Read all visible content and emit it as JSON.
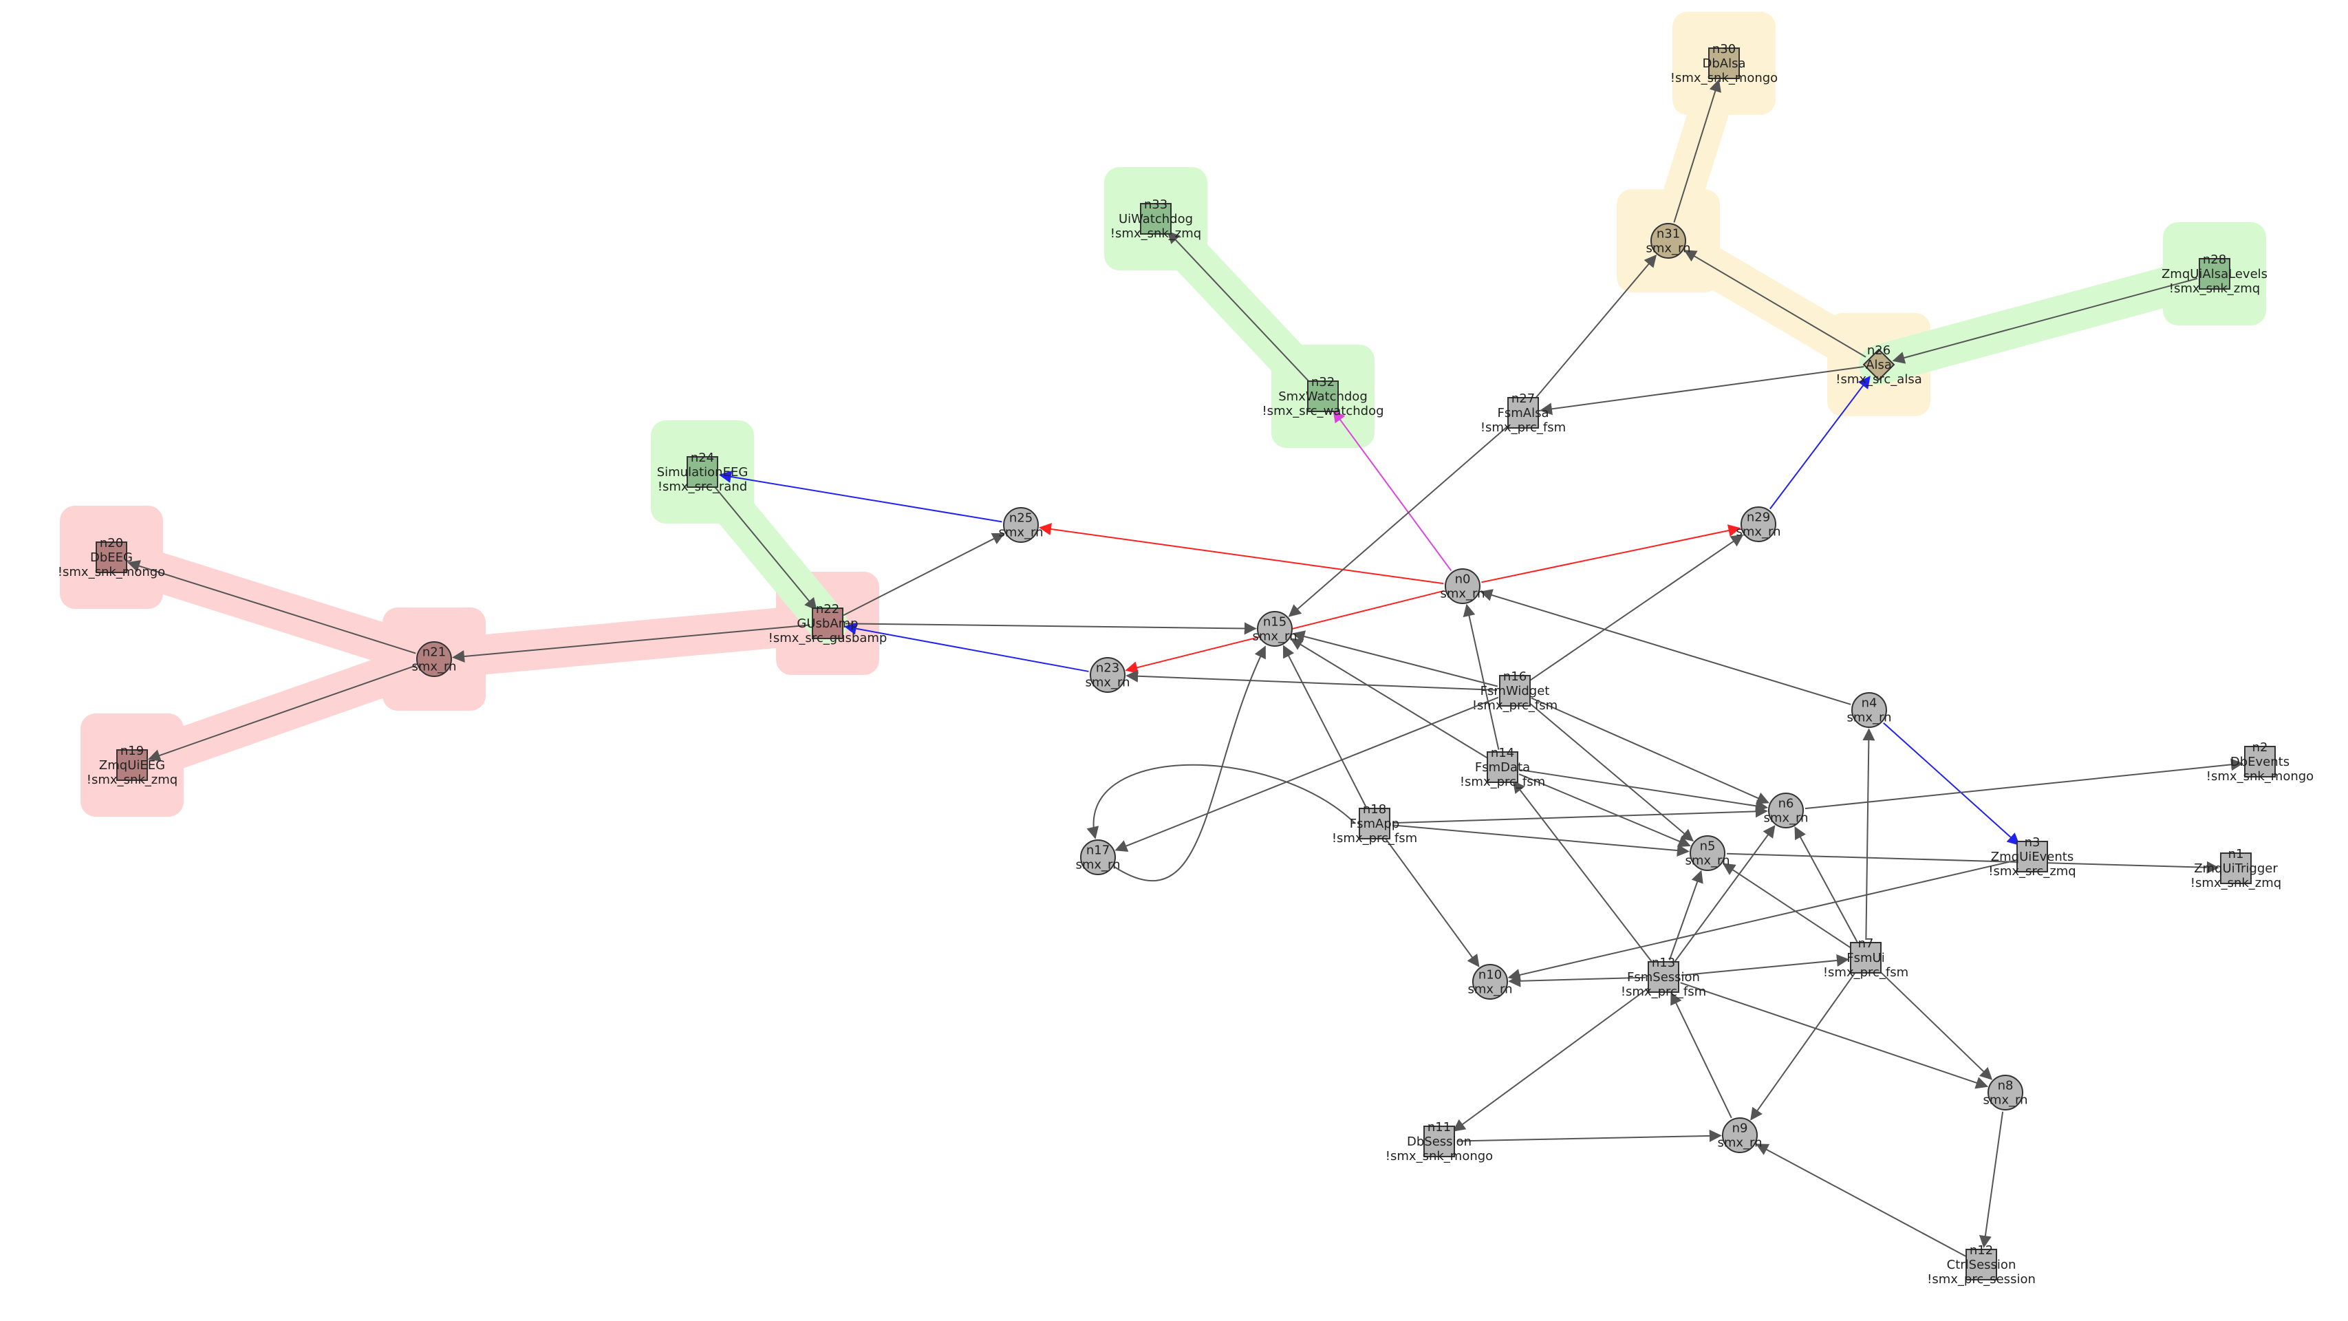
{
  "colors": {
    "edge_default": "#555555",
    "edge_red": "#ff2020",
    "edge_blue": "#2222ee",
    "edge_magenta": "#dd44dd",
    "node_gray": "#b7b7b7",
    "node_stroke": "#333333",
    "group_red": "#fdd3d3",
    "group_green": "#d6f9d0",
    "group_yellow": "#fdf2d3",
    "node_red": "#b47f7f",
    "node_green": "#8cbc8c",
    "node_tan": "#bfb08c"
  },
  "nodes": [
    {
      "id": "n0",
      "shape": "circle",
      "lines": [
        "n0",
        "smx_rn"
      ],
      "group": ""
    },
    {
      "id": "n1",
      "shape": "square",
      "lines": [
        "n1",
        "ZmqUiTrigger",
        "!smx_snk_zmq"
      ],
      "group": ""
    },
    {
      "id": "n2",
      "shape": "square",
      "lines": [
        "n2",
        "DbEvents",
        "!smx_snk_mongo"
      ],
      "group": ""
    },
    {
      "id": "n3",
      "shape": "square",
      "lines": [
        "n3",
        "ZmqUiEvents",
        "!smx_src_zmq"
      ],
      "group": ""
    },
    {
      "id": "n4",
      "shape": "circle",
      "lines": [
        "n4",
        "smx_rn"
      ],
      "group": ""
    },
    {
      "id": "n5",
      "shape": "circle",
      "lines": [
        "n5",
        "smx_rn"
      ],
      "group": ""
    },
    {
      "id": "n6",
      "shape": "circle",
      "lines": [
        "n6",
        "smx_rn"
      ],
      "group": ""
    },
    {
      "id": "n7",
      "shape": "square",
      "lines": [
        "n7",
        "FsmUi",
        "!smx_prc_fsm"
      ],
      "group": ""
    },
    {
      "id": "n8",
      "shape": "circle",
      "lines": [
        "n8",
        "smx_rn"
      ],
      "group": ""
    },
    {
      "id": "n9",
      "shape": "circle",
      "lines": [
        "n9",
        "smx_rn"
      ],
      "group": ""
    },
    {
      "id": "n10",
      "shape": "circle",
      "lines": [
        "n10",
        "smx_rn"
      ],
      "group": ""
    },
    {
      "id": "n11",
      "shape": "square",
      "lines": [
        "n11",
        "DbSession",
        "!smx_snk_mongo"
      ],
      "group": ""
    },
    {
      "id": "n12",
      "shape": "square",
      "lines": [
        "n12",
        "CtrlSession",
        "!smx_prc_session"
      ],
      "group": ""
    },
    {
      "id": "n13",
      "shape": "square",
      "lines": [
        "n13",
        "FsmSession",
        "!smx_prc_fsm"
      ],
      "group": ""
    },
    {
      "id": "n14",
      "shape": "square",
      "lines": [
        "n14",
        "FsmData",
        "!smx_prc_fsm"
      ],
      "group": ""
    },
    {
      "id": "n15",
      "shape": "circle",
      "lines": [
        "n15",
        "smx_rn"
      ],
      "group": ""
    },
    {
      "id": "n16",
      "shape": "square",
      "lines": [
        "n16",
        "FsmWidget",
        "!smx_prc_fsm"
      ],
      "group": ""
    },
    {
      "id": "n17",
      "shape": "circle",
      "lines": [
        "n17",
        "smx_rn"
      ],
      "group": ""
    },
    {
      "id": "n18",
      "shape": "square",
      "lines": [
        "n18",
        "FsmApp",
        "!smx_prc_fsm"
      ],
      "group": ""
    },
    {
      "id": "n19",
      "shape": "square",
      "lines": [
        "n19",
        "ZmqUiEEG",
        "!smx_snk_zmq"
      ],
      "group": "red"
    },
    {
      "id": "n20",
      "shape": "square",
      "lines": [
        "n20",
        "DbEEG",
        "!smx_snk_mongo"
      ],
      "group": "red"
    },
    {
      "id": "n21",
      "shape": "circle",
      "lines": [
        "n21",
        "smx_rn"
      ],
      "group": "red"
    },
    {
      "id": "n22",
      "shape": "square",
      "lines": [
        "n22",
        "GUsbAmp",
        "!smx_src_gusbamp"
      ],
      "group": "red"
    },
    {
      "id": "n23",
      "shape": "circle",
      "lines": [
        "n23",
        "smx_rn"
      ],
      "group": ""
    },
    {
      "id": "n24",
      "shape": "square",
      "lines": [
        "n24",
        "SimulationEEG",
        "!smx_src_rand"
      ],
      "group": "green"
    },
    {
      "id": "n25",
      "shape": "circle",
      "lines": [
        "n25",
        "smx_rn"
      ],
      "group": ""
    },
    {
      "id": "n26",
      "shape": "diamond",
      "lines": [
        "n26",
        "Alsa",
        "!smx_src_alsa"
      ],
      "group": "yellow"
    },
    {
      "id": "n27",
      "shape": "square",
      "lines": [
        "n27",
        "FsmAlsa",
        "!smx_prc_fsm"
      ],
      "group": ""
    },
    {
      "id": "n28",
      "shape": "square",
      "lines": [
        "n28",
        "ZmqUiAlsaLevels",
        "!smx_snk_zmq"
      ],
      "group": "green"
    },
    {
      "id": "n29",
      "shape": "circle",
      "lines": [
        "n29",
        "smx_rn"
      ],
      "group": ""
    },
    {
      "id": "n30",
      "shape": "square",
      "lines": [
        "n30",
        "DbAlsa",
        "!smx_snk_mongo"
      ],
      "group": "yellow"
    },
    {
      "id": "n31",
      "shape": "circle",
      "lines": [
        "n31",
        "smx_rn"
      ],
      "group": "yellow"
    },
    {
      "id": "n32",
      "shape": "square",
      "lines": [
        "n32",
        "SmxWatchdog",
        "!smx_src_watchdog"
      ],
      "group": "green"
    },
    {
      "id": "n33",
      "shape": "square",
      "lines": [
        "n33",
        "UiWatchdog",
        "!smx_snk_zmq"
      ],
      "group": "green"
    }
  ],
  "edges": [
    {
      "from": "n22",
      "to": "n21",
      "color": "default"
    },
    {
      "from": "n21",
      "to": "n20",
      "color": "default"
    },
    {
      "from": "n21",
      "to": "n19",
      "color": "default"
    },
    {
      "from": "n24",
      "to": "n22",
      "color": "default"
    },
    {
      "from": "n22",
      "to": "n25",
      "color": "default"
    },
    {
      "from": "n25",
      "to": "n24",
      "color": "blue"
    },
    {
      "from": "n22",
      "to": "n15",
      "color": "default"
    },
    {
      "from": "n23",
      "to": "n22",
      "color": "blue"
    },
    {
      "from": "n0",
      "to": "n25",
      "color": "red"
    },
    {
      "from": "n0",
      "to": "n29",
      "color": "red"
    },
    {
      "from": "n0",
      "to": "n23",
      "color": "red"
    },
    {
      "from": "n0",
      "to": "n32",
      "color": "magenta"
    },
    {
      "from": "n32",
      "to": "n33",
      "color": "default"
    },
    {
      "from": "n29",
      "to": "n26",
      "color": "blue"
    },
    {
      "from": "n26",
      "to": "n31",
      "color": "default"
    },
    {
      "from": "n31",
      "to": "n30",
      "color": "default"
    },
    {
      "from": "n28",
      "to": "n26",
      "color": "default"
    },
    {
      "from": "n26",
      "to": "n27",
      "color": "default"
    },
    {
      "from": "n27",
      "to": "n31",
      "color": "default"
    },
    {
      "from": "n27",
      "to": "n15",
      "color": "default"
    },
    {
      "from": "n16",
      "to": "n15",
      "color": "default"
    },
    {
      "from": "n16",
      "to": "n23",
      "color": "default"
    },
    {
      "from": "n16",
      "to": "n29",
      "color": "default"
    },
    {
      "from": "n16",
      "to": "n17",
      "color": "default"
    },
    {
      "from": "n16",
      "to": "n5",
      "color": "default"
    },
    {
      "from": "n16",
      "to": "n6",
      "color": "default"
    },
    {
      "from": "n14",
      "to": "n15",
      "color": "default"
    },
    {
      "from": "n14",
      "to": "n0",
      "color": "default"
    },
    {
      "from": "n14",
      "to": "n5",
      "color": "default"
    },
    {
      "from": "n14",
      "to": "n6",
      "color": "default"
    },
    {
      "from": "n4",
      "to": "n0",
      "color": "default"
    },
    {
      "from": "n4",
      "to": "n3",
      "color": "blue"
    },
    {
      "from": "n18",
      "to": "n15",
      "color": "default"
    },
    {
      "from": "n18",
      "to": "n5",
      "color": "default"
    },
    {
      "from": "n18",
      "to": "n6",
      "color": "default"
    },
    {
      "from": "n18",
      "to": "n10",
      "color": "default"
    },
    {
      "from": "n5",
      "to": "n1",
      "color": "default"
    },
    {
      "from": "n6",
      "to": "n2",
      "color": "default"
    },
    {
      "from": "n3",
      "to": "n10",
      "color": "default"
    },
    {
      "from": "n13",
      "to": "n14",
      "color": "default"
    },
    {
      "from": "n13",
      "to": "n5",
      "color": "default"
    },
    {
      "from": "n13",
      "to": "n6",
      "color": "default"
    },
    {
      "from": "n13",
      "to": "n7",
      "color": "default"
    },
    {
      "from": "n13",
      "to": "n10",
      "color": "default"
    },
    {
      "from": "n13",
      "to": "n11",
      "color": "default"
    },
    {
      "from": "n13",
      "to": "n8",
      "color": "default"
    },
    {
      "from": "n7",
      "to": "n4",
      "color": "default"
    },
    {
      "from": "n7",
      "to": "n6",
      "color": "default"
    },
    {
      "from": "n7",
      "to": "n5",
      "color": "default"
    },
    {
      "from": "n7",
      "to": "n9",
      "color": "default"
    },
    {
      "from": "n7",
      "to": "n8",
      "color": "default"
    },
    {
      "from": "n9",
      "to": "n13",
      "color": "default"
    },
    {
      "from": "n11",
      "to": "n9",
      "color": "default"
    },
    {
      "from": "n12",
      "to": "n9",
      "color": "default"
    },
    {
      "from": "n8",
      "to": "n12",
      "color": "default"
    }
  ],
  "curved_edges": [
    {
      "from": "n18",
      "to": "n17",
      "via": "upper"
    },
    {
      "from": "n17",
      "to": "n15",
      "via": "lower"
    }
  ]
}
